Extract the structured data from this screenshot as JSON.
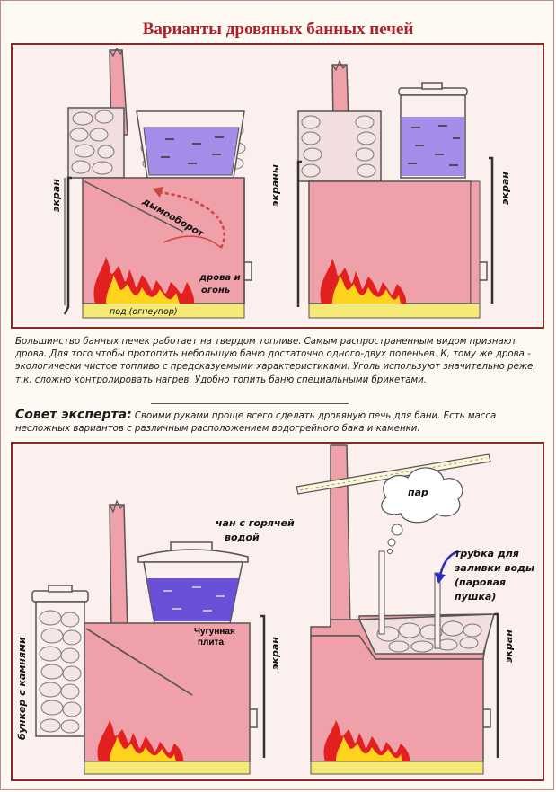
{
  "title": "Варианты дровяных банных печей",
  "labels": {
    "screen": "экран",
    "screens": "экраны",
    "draft": "дымооборот",
    "firewood": "дрова и огонь",
    "firewood_1": "дрова и",
    "firewood_2": "огонь",
    "hearth": "под    (огнеупор)",
    "hot_tank_1": "чан с горячей",
    "hot_tank_2": "водой",
    "cast_plate_1": "Чугунная",
    "cast_plate_2": "плита",
    "steam": "пар",
    "tube_1": "трубка для",
    "tube_2": "заливки воды",
    "tube_3": "(паровая",
    "tube_4": "пушка)",
    "bunker": "бункер с камнями"
  },
  "paragraph": "Большинство банных печек работает на твердом топливе. Самым распространенным видом признают дрова. Для того чтобы протопить небольшую баню достаточно одного-двух поленьев. К, тому же дрова - экологически чистое топливо с предсказуемыми характеристиками. Уголь используют значительно реже, т.к. сложно контролировать нагрев. Удобно топить баню специальными брикетами.",
  "expert": {
    "title": "Совет эксперта:",
    "text": " Своими руками проще всего сделать дровяную печь для бани. Есть масса несложных вариантов с различным расположением водогрейного бака и каменки."
  },
  "colors": {
    "title": "#b0202a",
    "frame": "#8c2a2a",
    "stove": "#f0a0a8",
    "stove_edge": "#555555",
    "water": "#a58ce8",
    "water_dark": "#6a4fd8",
    "hearth": "#f5ea78",
    "fire_red": "#e32020",
    "fire_yellow": "#ffd21e",
    "stone": "#f2dede"
  }
}
